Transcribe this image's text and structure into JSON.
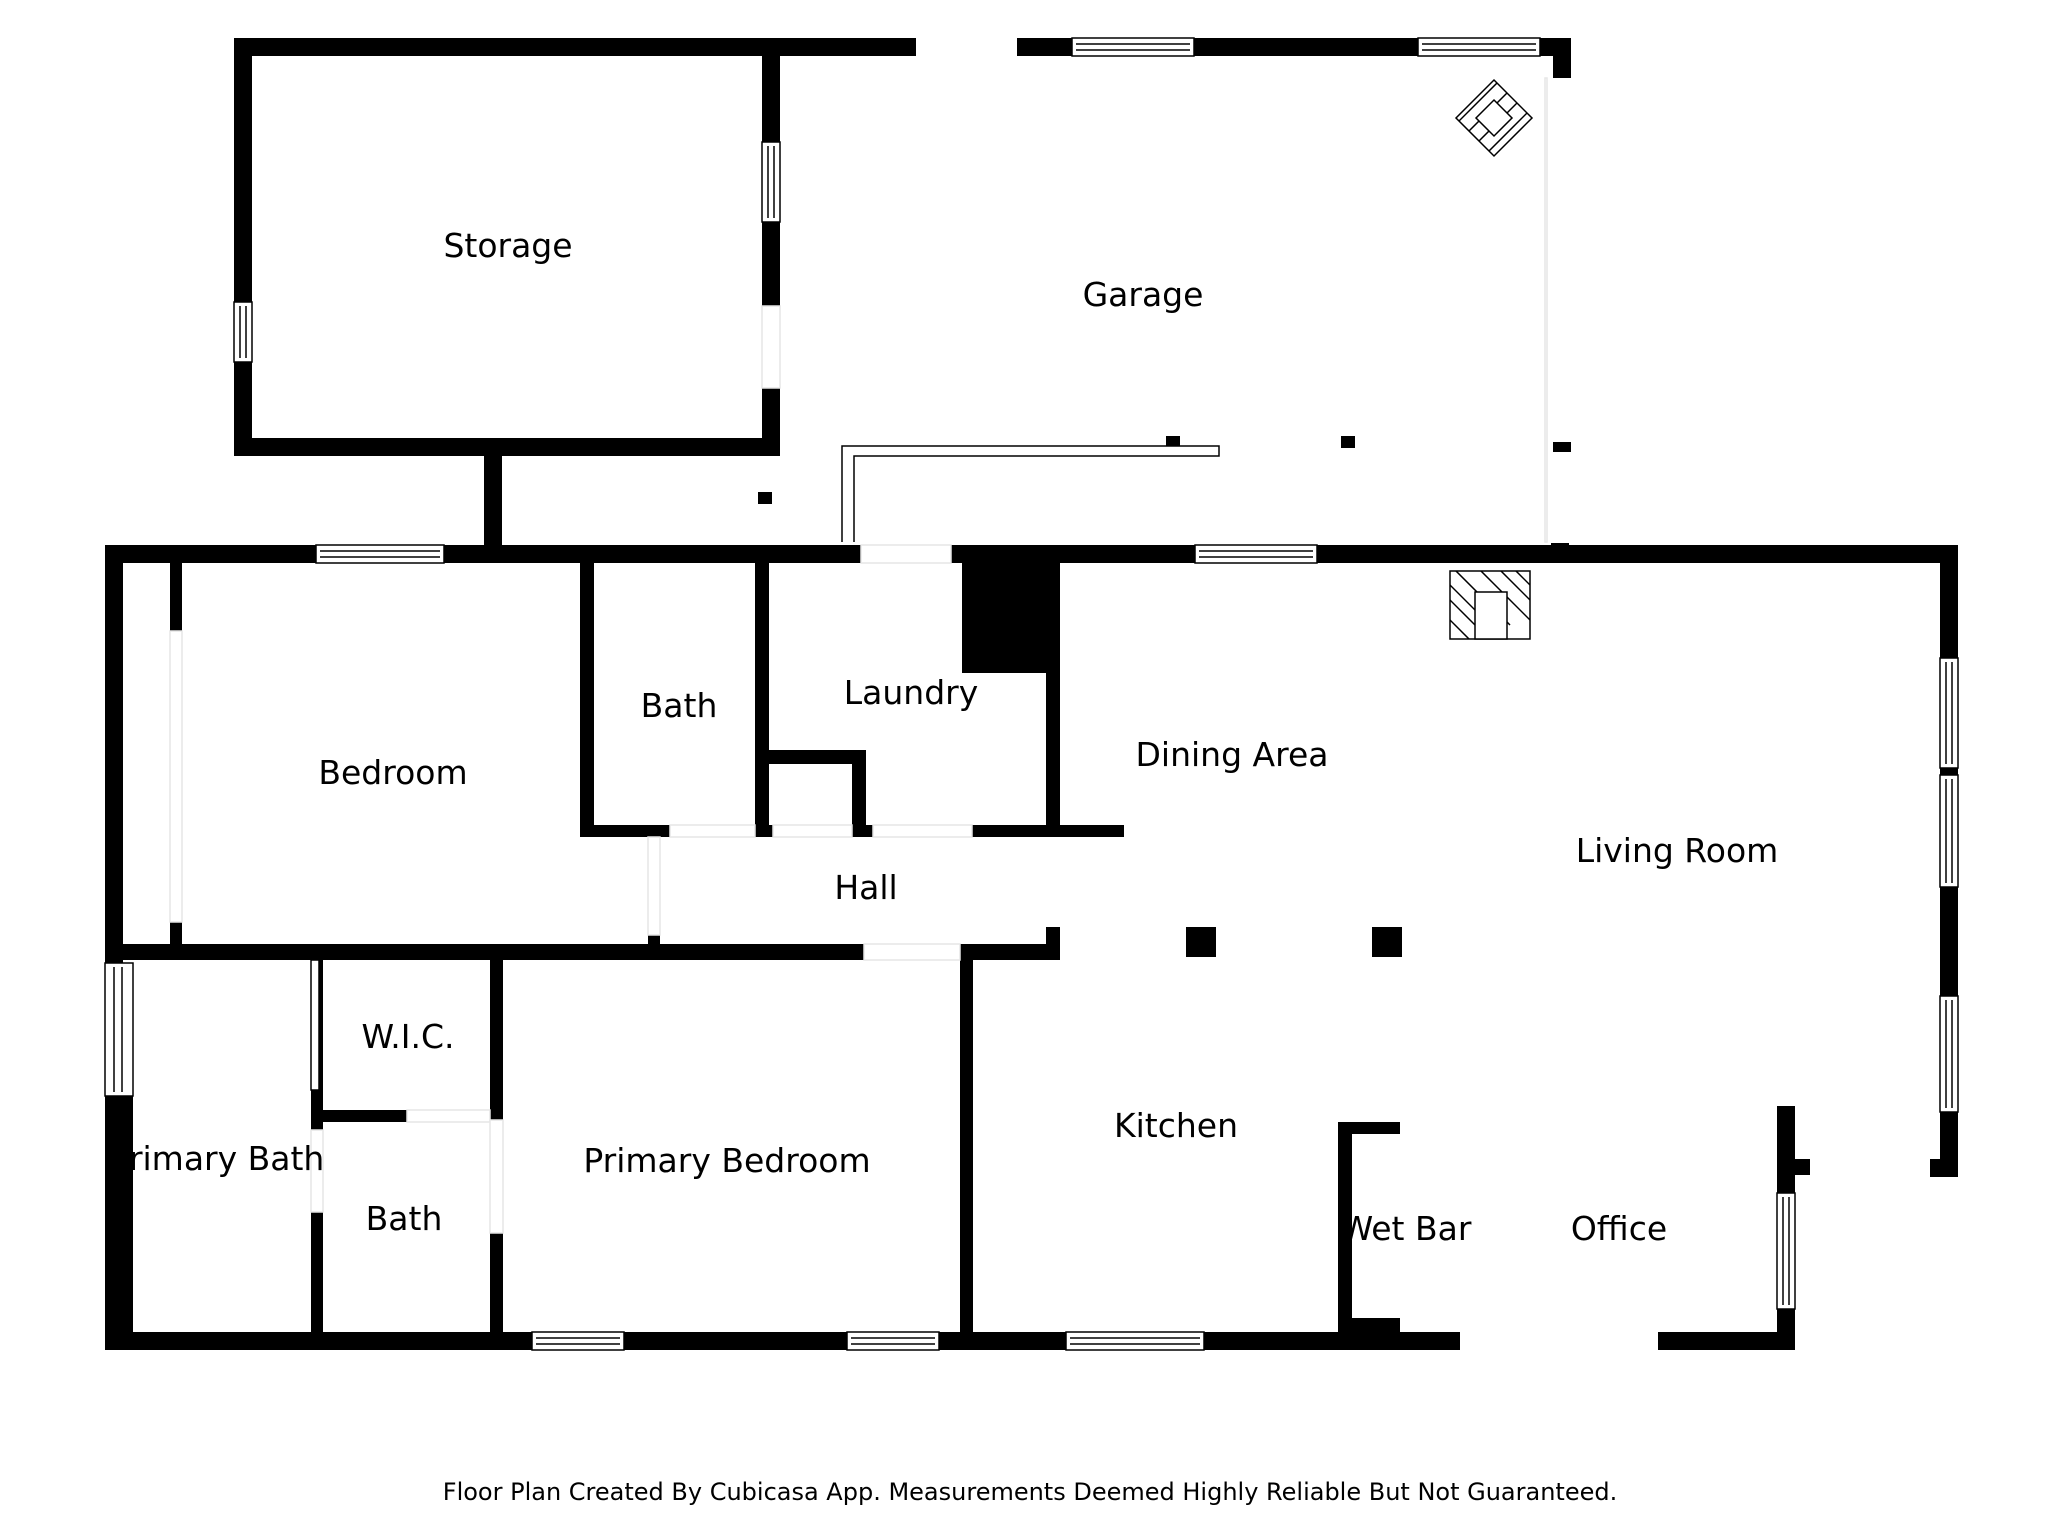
{
  "rooms": {
    "storage": "Storage",
    "garage": "Garage",
    "bath_upper": "Bath",
    "laundry": "Laundry",
    "bedroom": "Bedroom",
    "dining_area": "Dining Area",
    "living_room": "Living Room",
    "hall": "Hall",
    "wic": "W.I.C.",
    "primary_bath": "Primary Bath",
    "bath_lower": "Bath",
    "primary_bedroom": "Primary Bedroom",
    "kitchen": "Kitchen",
    "wet_bar": "Wet Bar",
    "office": "Office"
  },
  "footer": {
    "credit": "Floor Plan Created By Cubicasa App. Measurements Deemed Highly Reliable But Not Guaranteed."
  },
  "colors": {
    "wall": "#000000",
    "background": "#ffffff"
  }
}
